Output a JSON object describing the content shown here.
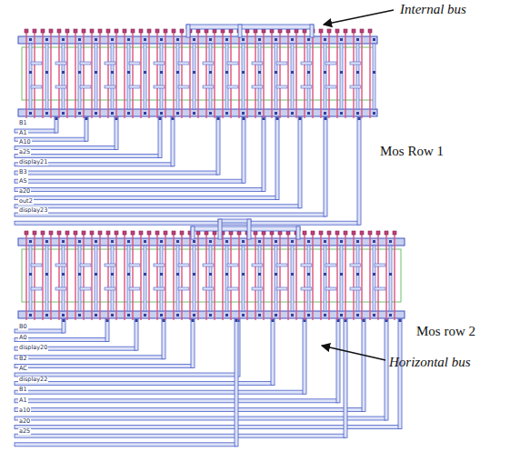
{
  "diagram": {
    "labels": [
      "Internal bus",
      "Mos Row 1",
      "Mos row 2",
      "Horizontal bus",
      "B1",
      "A1",
      "A10",
      "a25",
      "display21",
      "B3",
      "A5",
      "a20",
      "out2",
      "display23",
      "B0",
      "A0",
      "display20",
      "B2",
      "AC",
      "display22",
      "B1",
      "A1",
      "a10",
      "a20",
      "a25"
    ]
  }
}
